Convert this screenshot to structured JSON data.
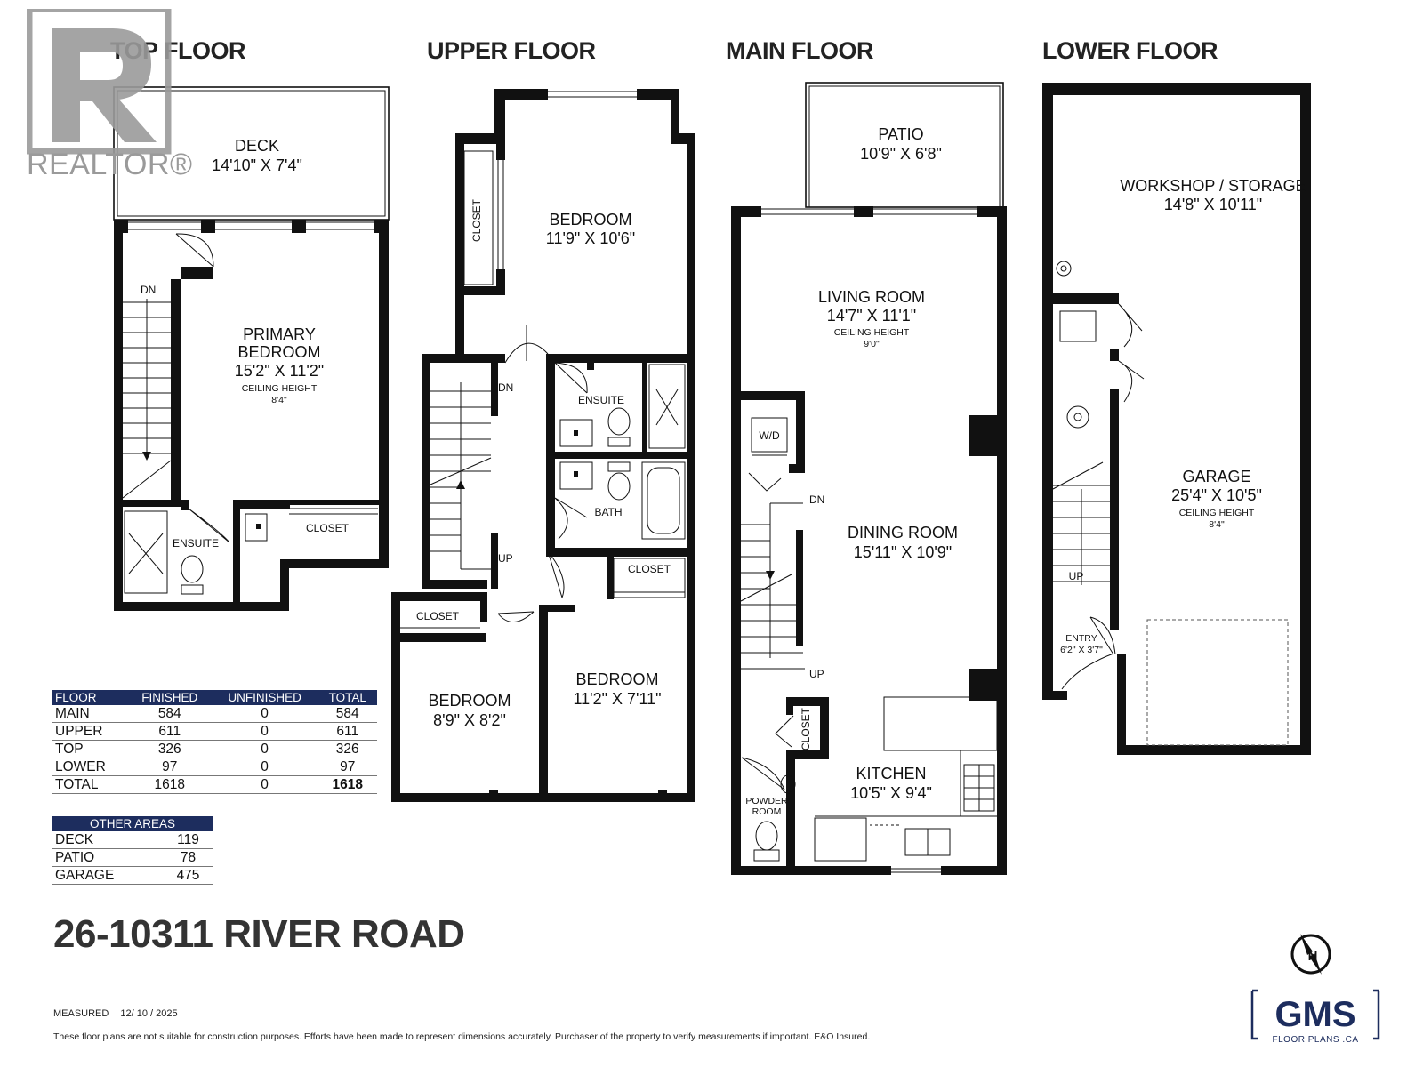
{
  "floor_titles": {
    "top": "TOP FLOOR",
    "upper": "UPPER FLOOR",
    "main": "MAIN FLOOR",
    "lower": "LOWER FLOOR"
  },
  "rooms": {
    "deck": {
      "name": "DECK",
      "dim": "14'10\" X 7'4\""
    },
    "primary_bedroom": {
      "name1": "PRIMARY",
      "name2": "BEDROOM",
      "dim": "15'2\" X 11'2\"",
      "ceiling_label": "CEILING HEIGHT",
      "ceiling": "8'4\""
    },
    "top_ensuite": "ENSUITE",
    "top_closet": "CLOSET",
    "top_stair": "DN",
    "upper_bedroom_1": {
      "name": "BEDROOM",
      "dim": "11'9\" X 10'6\""
    },
    "upper_closet_1": "CLOSET",
    "upper_ensuite": "ENSUITE",
    "upper_bath": "BATH",
    "upper_stair_dn": "DN",
    "upper_stair_up": "UP",
    "upper_closet_2": "CLOSET",
    "upper_closet_3": "CLOSET",
    "upper_bedroom_2": {
      "name": "BEDROOM",
      "dim": "8'9\" X 8'2\""
    },
    "upper_bedroom_3": {
      "name": "BEDROOM",
      "dim": "11'2\" X 7'11\""
    },
    "patio": {
      "name": "PATIO",
      "dim": "10'9\" X 6'8\""
    },
    "living_room": {
      "name": "LIVING ROOM",
      "dim": "14'7\" X 11'1\"",
      "ceiling_label": "CEILING HEIGHT",
      "ceiling": "9'0\""
    },
    "dining_room": {
      "name": "DINING ROOM",
      "dim": "15'11\" X 10'9\""
    },
    "kitchen": {
      "name": "KITCHEN",
      "dim": "10'5\" X 9'4\""
    },
    "washer_dryer": "W/D",
    "main_stair_dn": "DN",
    "main_stair_up": "UP",
    "main_closet": "CLOSET",
    "powder_room": {
      "name1": "POWDER",
      "name2": "ROOM"
    },
    "workshop": {
      "name": "WORKSHOP / STORAGE",
      "dim": "14'8\" X 10'11\""
    },
    "garage": {
      "name": "GARAGE",
      "dim": "25'4\" X 10'5\"",
      "ceiling_label": "CEILING HEIGHT",
      "ceiling": "8'4\""
    },
    "entry": {
      "name": "ENTRY",
      "dim": "6'2\" X 3'7\""
    },
    "lower_stair_up": "UP"
  },
  "floor_table": {
    "headers": [
      "FLOOR",
      "FINISHED",
      "UNFINISHED",
      "TOTAL"
    ],
    "rows": [
      [
        "MAIN",
        "584",
        "0",
        "584"
      ],
      [
        "UPPER",
        "611",
        "0",
        "611"
      ],
      [
        "TOP",
        "326",
        "0",
        "326"
      ],
      [
        "LOWER",
        "97",
        "0",
        "97"
      ],
      [
        "TOTAL",
        "1618",
        "0",
        "1618"
      ]
    ]
  },
  "other_table": {
    "header": "OTHER AREAS",
    "rows": [
      [
        "DECK",
        "119"
      ],
      [
        "PATIO",
        "78"
      ],
      [
        "GARAGE",
        "475"
      ]
    ]
  },
  "address": "26-10311 RIVER ROAD",
  "measured_label": "MEASURED",
  "measured_date": "12/ 10 / 2025",
  "disclaimer": "These floor plans are not suitable for construction purposes. Efforts have been made to represent dimensions accurately.  Purchaser of the property to verify measurements if important.  E&O Insured.",
  "realtor_wordmark": "REALTOR®",
  "gms": {
    "name": "GMS",
    "sub": "FLOOR PLANS .CA",
    "north": "N"
  },
  "colors": {
    "table_header": "#1d2d5e",
    "wall": "#111111",
    "logo_gray": "#9a9a9a"
  }
}
